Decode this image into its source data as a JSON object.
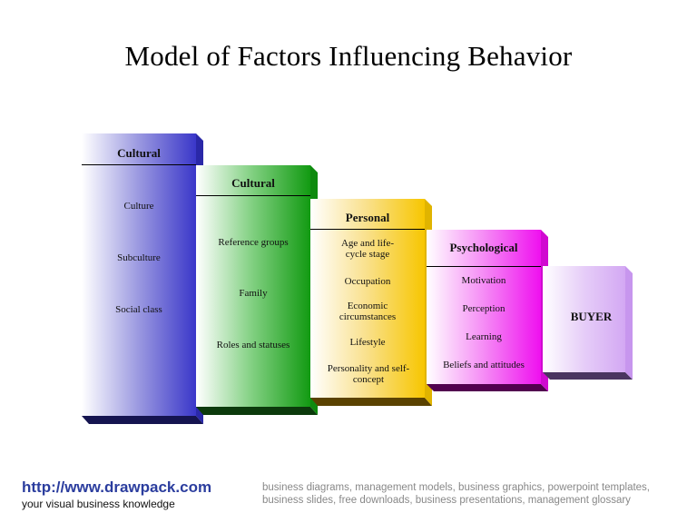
{
  "title": "Model of Factors Influencing Behavior",
  "colors": {
    "cultural_blue": "#3a37c9",
    "social_green": "#129a12",
    "personal_yellow": "#f7c600",
    "psychological_magenta": "#ef10ef",
    "buyer_lavender": "#d3a8f3",
    "footer_url": "#2b3d9e",
    "footer_keywords": "#888888"
  },
  "columns": [
    {
      "header": "Cultural",
      "items": [
        "Culture",
        "Subculture",
        "Social class"
      ]
    },
    {
      "header": "Cultural",
      "items": [
        "Reference groups",
        "Family",
        "Roles and statuses"
      ]
    },
    {
      "header": "Personal",
      "items": [
        "Age and life-cycle stage",
        "Occupation",
        "Economic circumstances",
        "Lifestyle",
        "Personality and self-concept"
      ]
    },
    {
      "header": "Psychological",
      "items": [
        "Motivation",
        "Perception",
        "Learning",
        "Beliefs and attitudes"
      ]
    },
    {
      "header": "BUYER",
      "items": []
    }
  ],
  "footer": {
    "url": "http://www.drawpack.com",
    "tagline": "your visual business knowledge",
    "keywords": "business diagrams, management models, business graphics, powerpoint templates, business slides, free downloads, business presentations, management glossary"
  }
}
